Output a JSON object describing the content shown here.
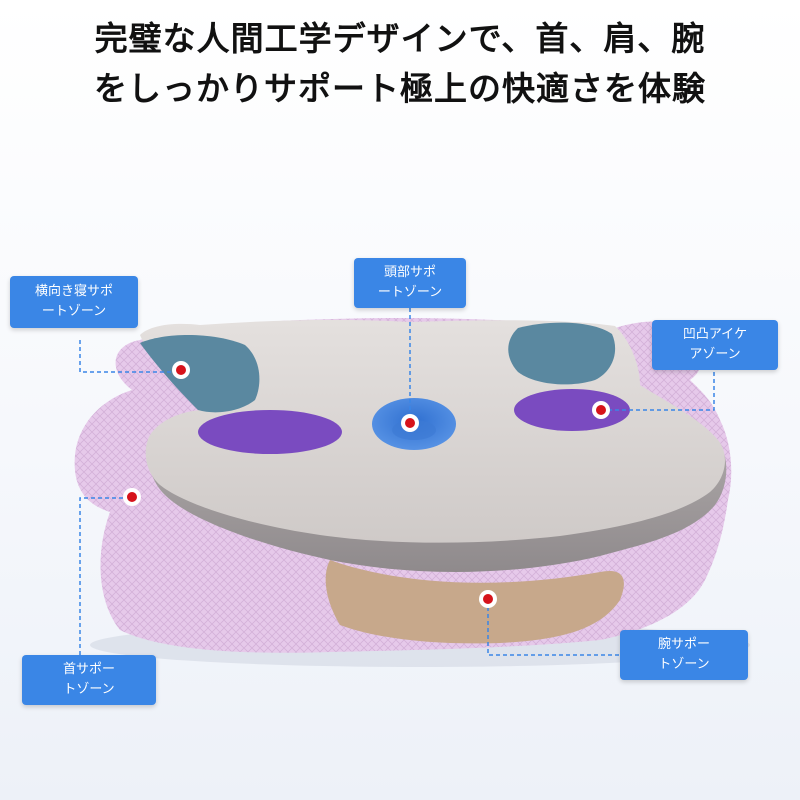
{
  "headline": {
    "line1": "完璧な人間工学デザインで、首、肩、腕",
    "line2": "をしっかりサポート極上の快適さを体験"
  },
  "callouts": {
    "side_sleep": {
      "line1": "横向き寝サポ",
      "line2": "ートゾーン"
    },
    "head": {
      "line1": "頭部サポ",
      "line2": "ートゾーン"
    },
    "contour": {
      "line1": "凹凸アイケ",
      "line2": "アゾーン"
    },
    "neck": {
      "line1": "首サポー",
      "line2": "トゾーン"
    },
    "arm": {
      "line1": "腕サポー",
      "line2": "トゾーン"
    }
  },
  "colors": {
    "callout_bg": "#3a86e6",
    "marker": "#d6131b",
    "pillow_top": "#d8d4d2",
    "pillow_side": "#e4c6e8",
    "arm_zone": "#c7a88b",
    "side_zone": "#5a88a0",
    "contour_zone": "#7a4bc0",
    "head_zone": "#4a86dc"
  }
}
